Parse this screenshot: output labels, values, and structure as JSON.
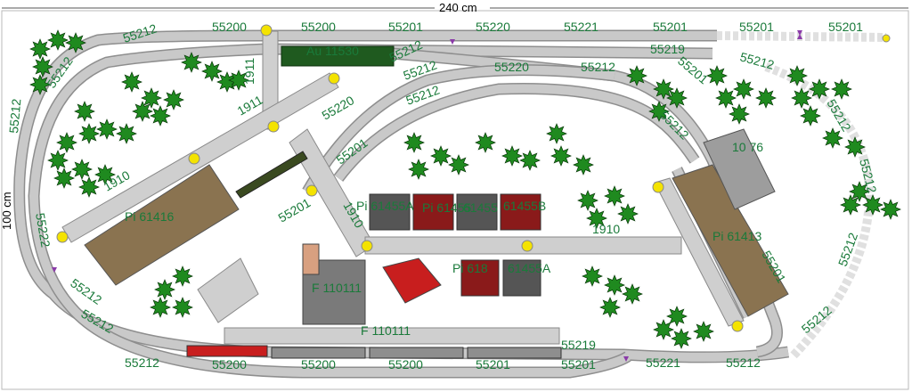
{
  "dimensions": {
    "width_label": "240 cm",
    "height_label": "100 cm"
  },
  "track_labels": [
    "55212",
    "55200",
    "55200",
    "55201",
    "55220",
    "55221",
    "55201",
    "55201",
    "55201",
    "55212",
    "55219",
    "55212",
    "55212",
    "55212",
    "55220",
    "55220",
    "55212",
    "55212",
    "55201",
    "55201",
    "55201",
    "55212",
    "55212",
    "55212",
    "55212",
    "55212",
    "55212",
    "55219",
    "55221",
    "55212",
    "55200",
    "55200",
    "55200",
    "55201",
    "55201",
    "55201",
    "55222",
    "55212",
    "55212",
    "55212"
  ],
  "road_labels": [
    "1911",
    "1910",
    "1910",
    "1910",
    "1911"
  ],
  "trains": [
    {
      "label": "Au 11530"
    }
  ],
  "buildings": [
    {
      "label": "Pi 61416"
    },
    {
      "label": "Pi 61413"
    },
    {
      "label": "F 110111"
    },
    {
      "label": "F 110111"
    },
    {
      "label": "Pi 61455A"
    },
    {
      "label": "Pi 61455"
    },
    {
      "label": "61455"
    },
    {
      "label": "61455B"
    },
    {
      "label": "Pi 618"
    },
    {
      "label": "61455A"
    },
    {
      "label": "10 76"
    }
  ],
  "colors": {
    "track": "#8e8e8e",
    "label_green": "#1a7a3a",
    "platform_brown": "#8a7350",
    "building_red": "#c81e1e",
    "building_darkred": "#8a1a1a",
    "building_gray": "#777777",
    "lamp_yellow": "#f4e300",
    "tree_green": "#1f8a1f"
  }
}
